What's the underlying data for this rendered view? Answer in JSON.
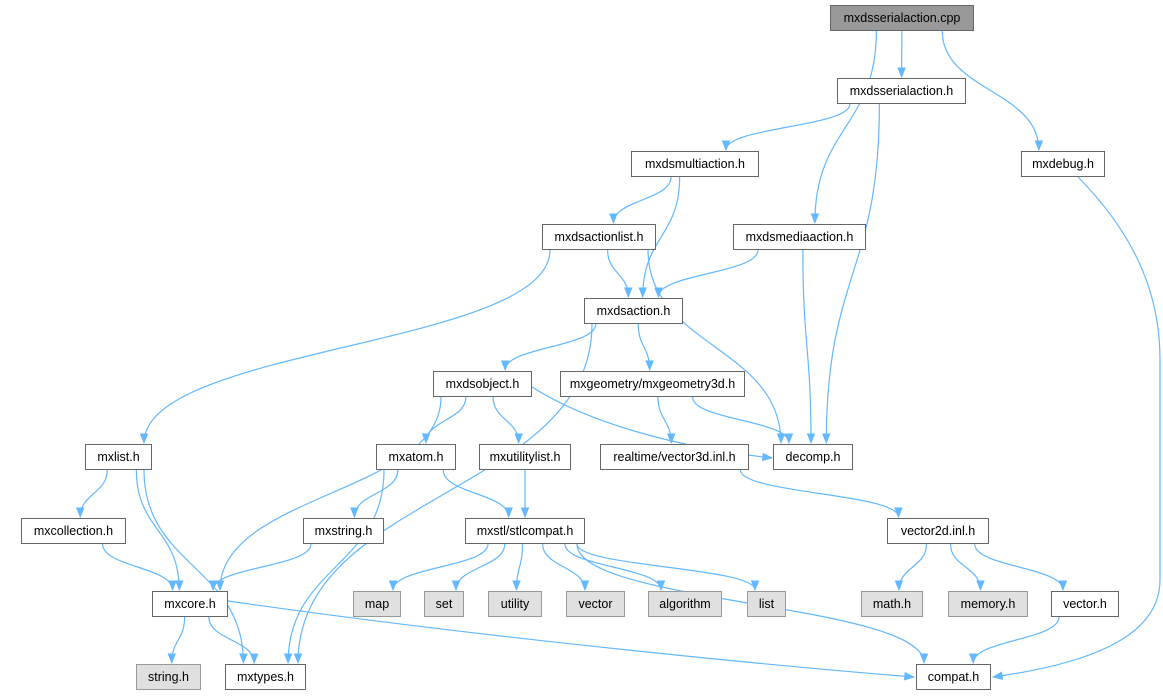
{
  "graph": {
    "type": "include-dependency-graph",
    "edge_color": "#63b8ff",
    "nodes": [
      {
        "id": "cpp",
        "label": "mxdsserialaction.cpp",
        "kind": "root"
      },
      {
        "id": "serialh",
        "label": "mxdsserialaction.h",
        "kind": "file"
      },
      {
        "id": "multi",
        "label": "mxdsmultiaction.h",
        "kind": "file"
      },
      {
        "id": "debug",
        "label": "mxdebug.h",
        "kind": "file"
      },
      {
        "id": "alist",
        "label": "mxdsactionlist.h",
        "kind": "file"
      },
      {
        "id": "media",
        "label": "mxdsmediaaction.h",
        "kind": "file"
      },
      {
        "id": "action",
        "label": "mxdsaction.h",
        "kind": "file"
      },
      {
        "id": "object",
        "label": "mxdsobject.h",
        "kind": "file"
      },
      {
        "id": "geom",
        "label": "mxgeometry/mxgeometry3d.h",
        "kind": "file"
      },
      {
        "id": "list",
        "label": "mxlist.h",
        "kind": "file"
      },
      {
        "id": "atom",
        "label": "mxatom.h",
        "kind": "file"
      },
      {
        "id": "ulist",
        "label": "mxutilitylist.h",
        "kind": "file"
      },
      {
        "id": "v3d",
        "label": "realtime/vector3d.inl.h",
        "kind": "file"
      },
      {
        "id": "decomp",
        "label": "decomp.h",
        "kind": "file"
      },
      {
        "id": "coll",
        "label": "mxcollection.h",
        "kind": "file"
      },
      {
        "id": "str",
        "label": "mxstring.h",
        "kind": "file"
      },
      {
        "id": "stl",
        "label": "mxstl/stlcompat.h",
        "kind": "file"
      },
      {
        "id": "v2d",
        "label": "vector2d.inl.h",
        "kind": "file"
      },
      {
        "id": "core",
        "label": "mxcore.h",
        "kind": "file"
      },
      {
        "id": "map",
        "label": "map",
        "kind": "ext"
      },
      {
        "id": "set",
        "label": "set",
        "kind": "ext"
      },
      {
        "id": "utility",
        "label": "utility",
        "kind": "ext"
      },
      {
        "id": "vector",
        "label": "vector",
        "kind": "ext"
      },
      {
        "id": "algorithm",
        "label": "algorithm",
        "kind": "ext"
      },
      {
        "id": "lst",
        "label": "list",
        "kind": "ext"
      },
      {
        "id": "math",
        "label": "math.h",
        "kind": "ext"
      },
      {
        "id": "memory",
        "label": "memory.h",
        "kind": "ext"
      },
      {
        "id": "vech",
        "label": "vector.h",
        "kind": "file"
      },
      {
        "id": "string",
        "label": "string.h",
        "kind": "ext"
      },
      {
        "id": "types",
        "label": "mxtypes.h",
        "kind": "file"
      },
      {
        "id": "compat",
        "label": "compat.h",
        "kind": "file"
      }
    ],
    "edges": [
      [
        "cpp",
        "serialh"
      ],
      [
        "cpp",
        "media"
      ],
      [
        "cpp",
        "debug"
      ],
      [
        "serialh",
        "multi"
      ],
      [
        "serialh",
        "decomp"
      ],
      [
        "multi",
        "alist"
      ],
      [
        "multi",
        "action"
      ],
      [
        "debug",
        "compat"
      ],
      [
        "alist",
        "action"
      ],
      [
        "alist",
        "decomp"
      ],
      [
        "alist",
        "list"
      ],
      [
        "media",
        "action"
      ],
      [
        "media",
        "decomp"
      ],
      [
        "action",
        "object"
      ],
      [
        "action",
        "geom"
      ],
      [
        "action",
        "types"
      ],
      [
        "object",
        "core"
      ],
      [
        "object",
        "atom"
      ],
      [
        "object",
        "ulist"
      ],
      [
        "object",
        "decomp"
      ],
      [
        "geom",
        "v3d"
      ],
      [
        "geom",
        "decomp"
      ],
      [
        "list",
        "coll"
      ],
      [
        "list",
        "core"
      ],
      [
        "list",
        "types"
      ],
      [
        "atom",
        "str"
      ],
      [
        "atom",
        "stl"
      ],
      [
        "atom",
        "types"
      ],
      [
        "ulist",
        "stl"
      ],
      [
        "v3d",
        "v2d"
      ],
      [
        "coll",
        "core"
      ],
      [
        "str",
        "core"
      ],
      [
        "stl",
        "map"
      ],
      [
        "stl",
        "set"
      ],
      [
        "stl",
        "utility"
      ],
      [
        "stl",
        "vector"
      ],
      [
        "stl",
        "algorithm"
      ],
      [
        "stl",
        "lst"
      ],
      [
        "stl",
        "compat"
      ],
      [
        "v2d",
        "math"
      ],
      [
        "v2d",
        "memory"
      ],
      [
        "v2d",
        "vech"
      ],
      [
        "core",
        "string"
      ],
      [
        "core",
        "types"
      ],
      [
        "core",
        "compat"
      ],
      [
        "vech",
        "compat"
      ]
    ]
  }
}
